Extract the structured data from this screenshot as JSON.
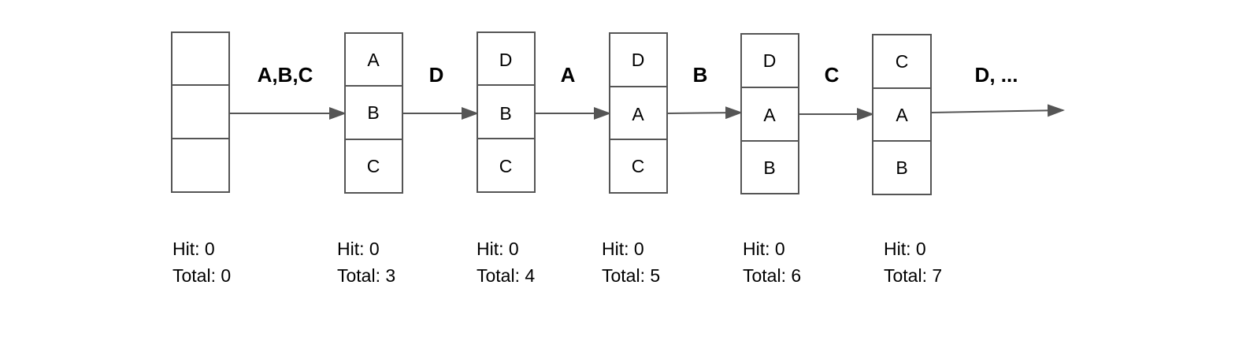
{
  "caches": [
    {
      "cells": [
        "",
        "",
        ""
      ],
      "hit_label": "Hit: 0",
      "total_label": "Total: 0"
    },
    {
      "cells": [
        "A",
        "B",
        "C"
      ],
      "hit_label": "Hit: 0",
      "total_label": "Total: 3"
    },
    {
      "cells": [
        "D",
        "B",
        "C"
      ],
      "hit_label": "Hit: 0",
      "total_label": "Total: 4"
    },
    {
      "cells": [
        "D",
        "A",
        "C"
      ],
      "hit_label": "Hit: 0",
      "total_label": "Total: 5"
    },
    {
      "cells": [
        "D",
        "A",
        "B"
      ],
      "hit_label": "Hit: 0",
      "total_label": "Total: 6"
    },
    {
      "cells": [
        "C",
        "A",
        "B"
      ],
      "hit_label": "Hit: 0",
      "total_label": "Total: 7"
    }
  ],
  "transitions": [
    {
      "label": "A,B,C"
    },
    {
      "label": "D"
    },
    {
      "label": "A"
    },
    {
      "label": "B"
    },
    {
      "label": "C"
    },
    {
      "label": "D, ..."
    }
  ],
  "colors": {
    "box_stroke": "#555555",
    "arrow": "#555555",
    "text": "#000000"
  }
}
